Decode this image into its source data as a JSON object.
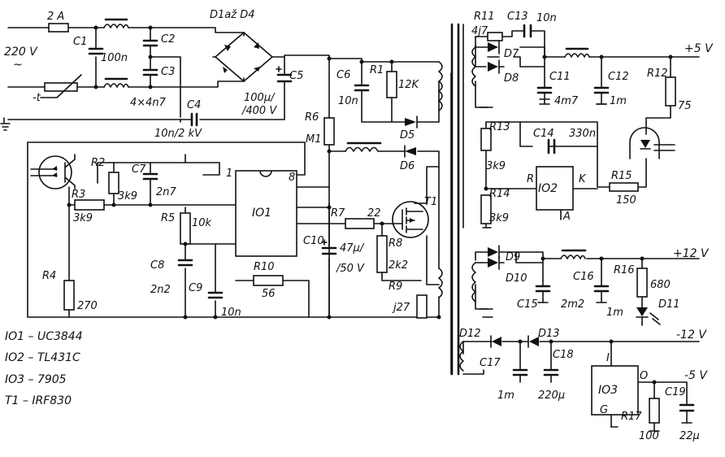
{
  "diagram": {
    "inputs": {
      "mains_voltage": "220 V",
      "mains_symbol": "~",
      "fuse": "2 A",
      "thermistor": "-t"
    },
    "labels": {
      "c1": "C1",
      "c1_value": "100n",
      "c2": "C2",
      "c3": "C3",
      "c2c3_value": "4×4n7",
      "c4": "C4",
      "c4_value": "10n/2 kV",
      "bridge": "D1až D4",
      "c5": "C5",
      "c5_value_1": "100µ/",
      "c5_value_2": "/400 V",
      "c6": "C6",
      "c6_value": "10n",
      "r1": "R1",
      "r1_value": "12K",
      "r6": "R6",
      "r6_value": "M1",
      "d5": "D5",
      "d6": "D6",
      "r2": "R2",
      "r2_value": "3k9",
      "c7": "C7",
      "c7_value": "2n7",
      "r3": "R3",
      "r3_value": "3k9",
      "r5": "R5",
      "r5_value": "10k",
      "r4": "R4",
      "r4_value": "270",
      "c8": "C8",
      "c8_value": "2n2",
      "c9": "C9",
      "c9_value": "10n",
      "r10": "R10",
      "r10_value": "56",
      "io1": "IO1",
      "pin1": "1",
      "pin8": "8",
      "r7": "R7",
      "r7_value": "22",
      "c10": "C10",
      "c10_value_1": "47µ/",
      "c10_value_2": "/50 V",
      "r8": "R8",
      "r8_value": "2k2",
      "t1": "T1",
      "r9": "R9",
      "r9_value": "j27",
      "r11": "R11",
      "r11_value": "4j7",
      "c13": "C13",
      "c13_value": "10n",
      "d7": "D7",
      "d8": "D8",
      "c11": "C11",
      "c11_value": "4m7",
      "c12": "C12",
      "c12_value": "1m",
      "r12": "R12",
      "r12_value": "75",
      "out_p5": "+5 V",
      "r13": "R13",
      "r13_value": "3k9",
      "c14": "C14",
      "c14_value": "330n",
      "io2": "IO2",
      "io2_r": "R",
      "io2_k": "K",
      "io2_a": "A",
      "r14": "R14",
      "r14_value": "3k9",
      "r15": "R15",
      "r15_value": "150",
      "d9": "D9",
      "d10": "D10",
      "c16": "C16",
      "c16_value": "2m2",
      "r16": "R16",
      "r16_value": "680",
      "out_p12": "+12 V",
      "c15": "C15",
      "c15_value": "1m",
      "d11": "D11",
      "d12": "D12",
      "d13": "D13",
      "out_m12": "-12 V",
      "c17": "C17",
      "c17_value": "1m",
      "c18": "C18",
      "c18_value": "220µ",
      "io3": "IO3",
      "io3_i": "I",
      "io3_o": "O",
      "io3_g": "G",
      "out_m5": "-5 V",
      "r17": "R17",
      "r17_value": "100",
      "c19": "C19",
      "c19_value": "22µ"
    },
    "legend": [
      "IO1 – UC3844",
      "IO2 – TL431C",
      "IO3 – 7905",
      "T1 – IRF830"
    ]
  }
}
